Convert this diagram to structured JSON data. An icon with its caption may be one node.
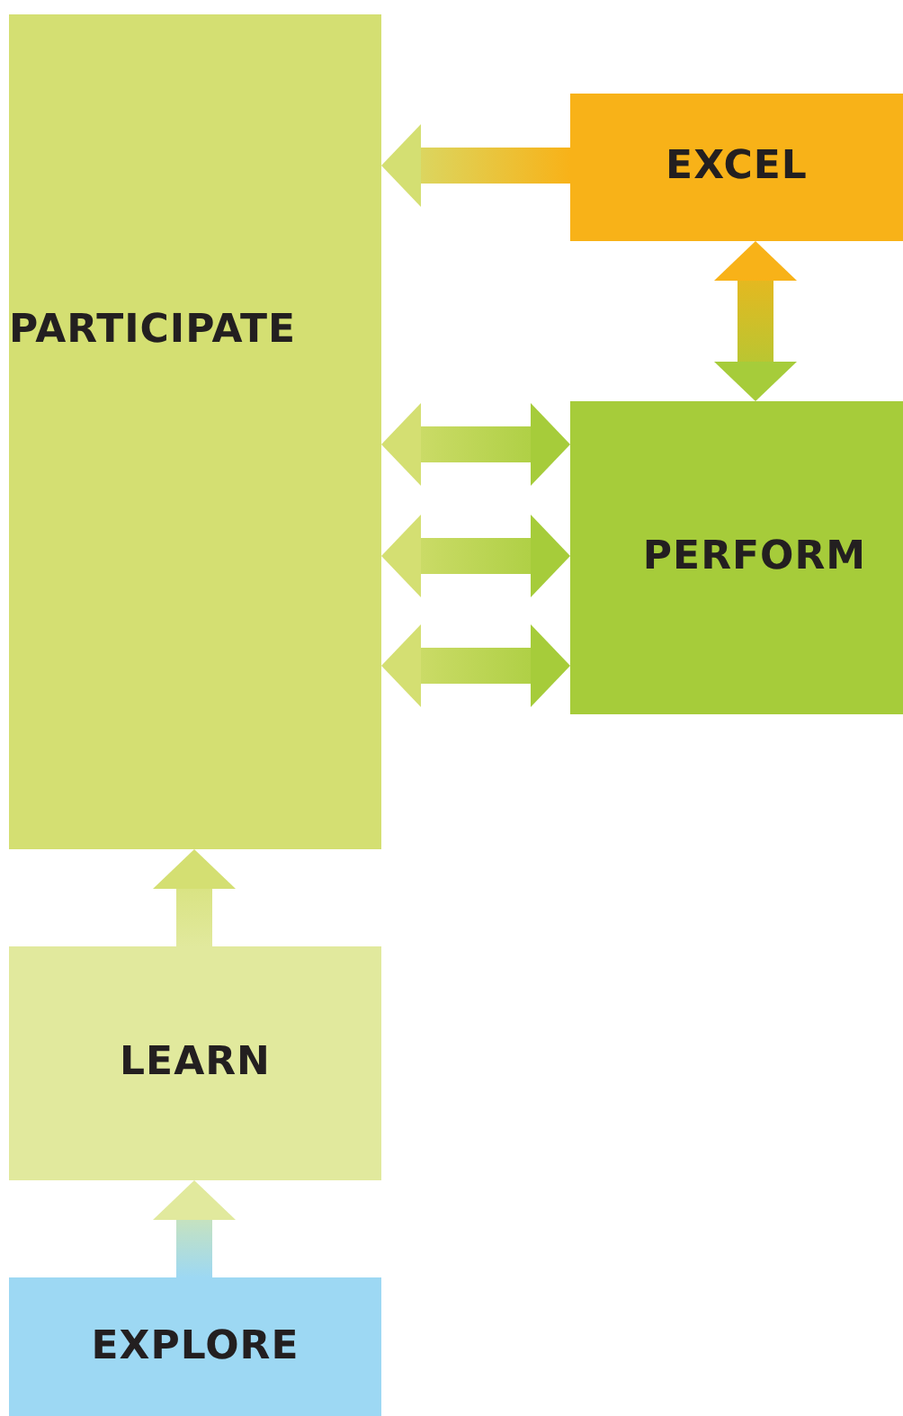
{
  "diagram": {
    "nodes": [
      {
        "text": [
          "PARTICIPATE"
        ]
      },
      {
        "text": [
          "EXCEL"
        ]
      },
      {
        "text": [
          "PERFORM"
        ]
      },
      {
        "text": [
          "LEARN"
        ]
      },
      {
        "text": [
          "EXPLORE"
        ]
      }
    ],
    "edges": [
      {
        "from": 1,
        "to": 0,
        "arrow": "to"
      },
      {
        "from": 2,
        "to": 1,
        "arrow": "both"
      },
      {
        "from": 0,
        "to": 2,
        "arrow": "both"
      },
      {
        "from": 0,
        "to": 2,
        "arrow": "both"
      },
      {
        "from": 0,
        "to": 2,
        "arrow": "both"
      },
      {
        "from": 3,
        "to": 0,
        "arrow": "to"
      },
      {
        "from": 4,
        "to": 3,
        "arrow": "to"
      }
    ]
  }
}
